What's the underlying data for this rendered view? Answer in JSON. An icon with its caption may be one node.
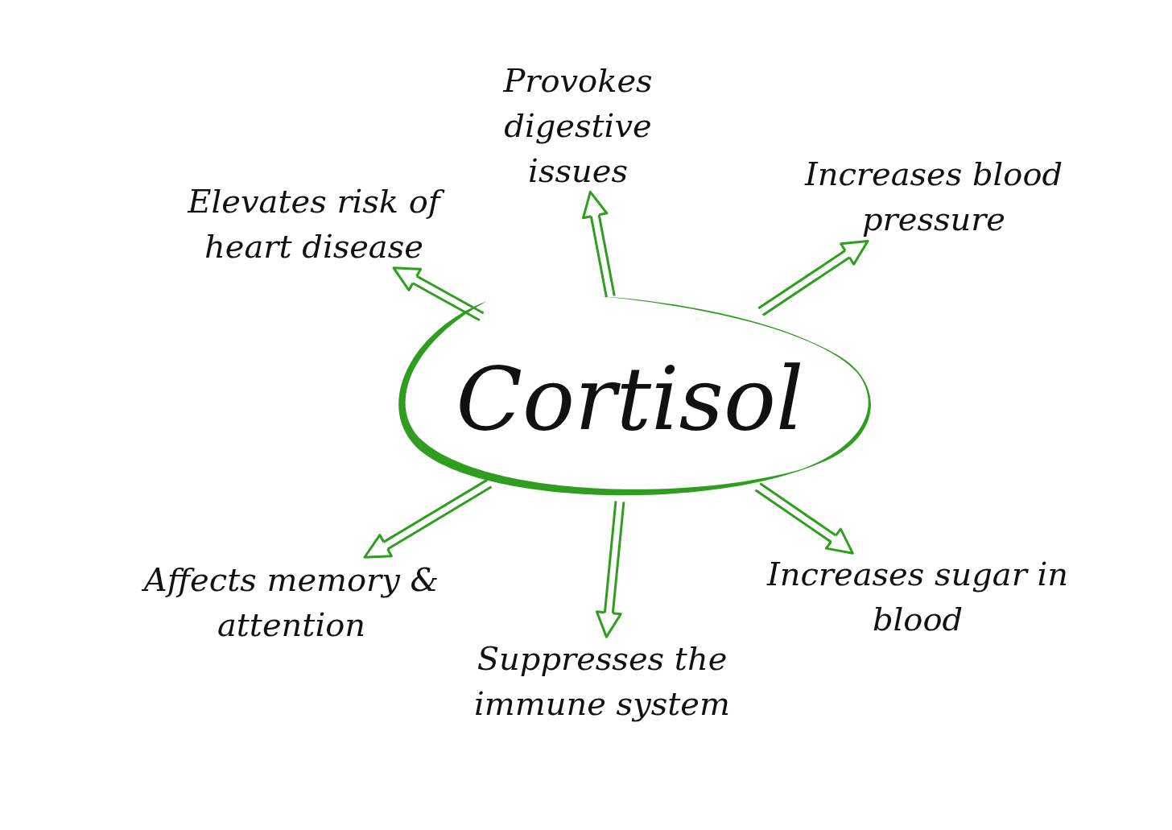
{
  "diagram": {
    "nodes": [
      {
        "text": [
          "Provokes digestive issues"
        ]
      },
      {
        "text": [
          "Elevates risk of heart disease"
        ]
      },
      {
        "text": [
          "Increases blood pressure"
        ]
      },
      {
        "text": [
          "Cortisol"
        ]
      },
      {
        "text": [
          "Affects memory & attention"
        ]
      },
      {
        "text": [
          "Increases sugar in blood"
        ]
      },
      {
        "text": [
          "Suppresses the immune system"
        ]
      }
    ],
    "edges": [
      {
        "from": 3,
        "to": 0,
        "arrow": "to"
      },
      {
        "from": 3,
        "to": 1,
        "arrow": "to"
      },
      {
        "from": 3,
        "to": 2,
        "arrow": "to"
      },
      {
        "from": 3,
        "to": 4,
        "arrow": "to"
      },
      {
        "from": 3,
        "to": 5,
        "arrow": "to"
      },
      {
        "from": 3,
        "to": 6,
        "arrow": "to"
      }
    ]
  }
}
